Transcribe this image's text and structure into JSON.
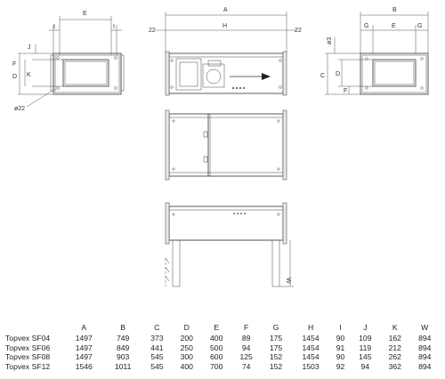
{
  "dimension_labels": {
    "front_top": "E",
    "front_i": "I",
    "front_j": "J",
    "front_f": "F",
    "front_k": "K",
    "front_d": "D",
    "front_dia": "ø22",
    "side_a": "A",
    "side_h": "H",
    "side_left": "22",
    "side_right": "22",
    "side_w": "W",
    "end_b": "B",
    "end_g1": "G",
    "end_e": "E",
    "end_g2": "G",
    "end_c": "C",
    "end_d": "D",
    "end_f": "F",
    "end_dia": "ø3"
  },
  "table": {
    "headers": [
      "A",
      "B",
      "C",
      "D",
      "E",
      "F",
      "G",
      "H",
      "I",
      "J",
      "K",
      "W"
    ],
    "rows": [
      {
        "model": "Topvex SF04",
        "values": [
          "1497",
          "749",
          "373",
          "200",
          "400",
          "89",
          "175",
          "1454",
          "90",
          "109",
          "162",
          "894"
        ]
      },
      {
        "model": "Topvex SF06",
        "values": [
          "1497",
          "849",
          "441",
          "250",
          "500",
          "94",
          "175",
          "1454",
          "91",
          "119",
          "212",
          "894"
        ]
      },
      {
        "model": "Topvex SF08",
        "values": [
          "1497",
          "903",
          "545",
          "300",
          "600",
          "125",
          "152",
          "1454",
          "90",
          "145",
          "262",
          "894"
        ]
      },
      {
        "model": "Topvex SF12",
        "values": [
          "1546",
          "1011",
          "545",
          "400",
          "700",
          "74",
          "152",
          "1503",
          "92",
          "94",
          "362",
          "894"
        ]
      }
    ]
  }
}
